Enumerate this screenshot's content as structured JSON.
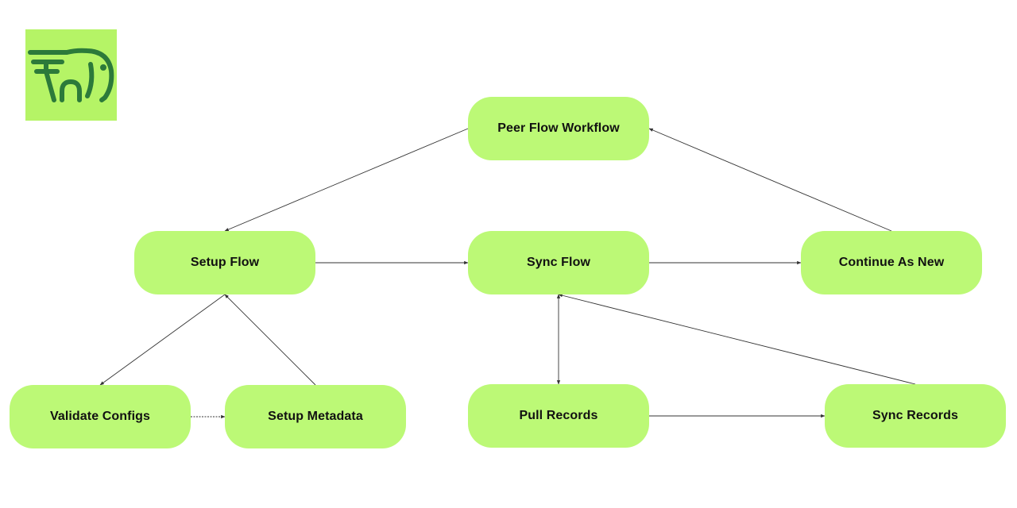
{
  "logo": {
    "icon": "elephant-logo-icon",
    "background": "#b5f466",
    "foreground": "#2c7a3a"
  },
  "colors": {
    "node_fill": "#bcf976",
    "node_text": "#111111",
    "edge": "#333333"
  },
  "nodes": {
    "peer_flow_workflow": "Peer Flow Workflow",
    "setup_flow": "Setup Flow",
    "sync_flow": "Sync Flow",
    "continue_as_new": "Continue As New",
    "validate_configs": "Validate Configs",
    "setup_metadata": "Setup Metadata",
    "pull_records": "Pull Records",
    "sync_records": "Sync Records"
  }
}
